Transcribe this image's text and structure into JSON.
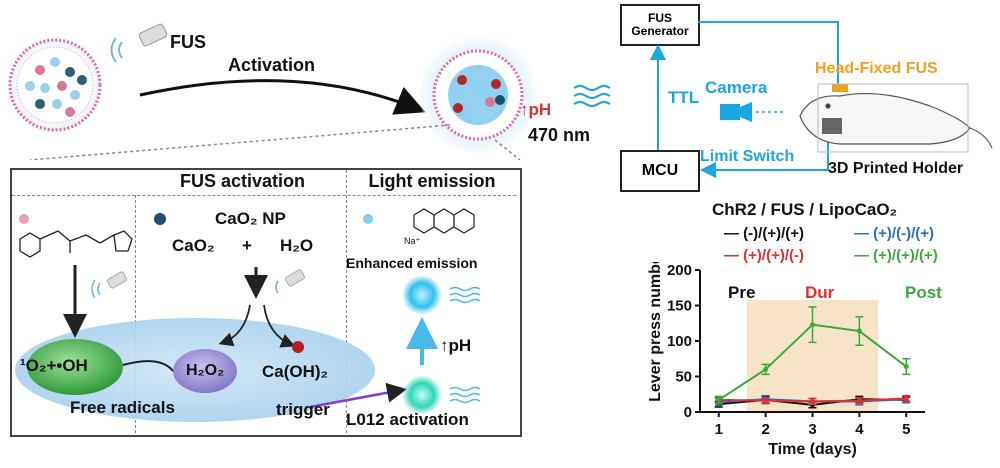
{
  "activation": {
    "fus_label": "FUS",
    "activation_label": "Activation",
    "ph_label": "↑pH",
    "wavelength": "470 nm"
  },
  "mechanism": {
    "fus_title": "FUS activation",
    "light_title": "Light emission",
    "nanoparticle": "CaO₂ NP",
    "reaction_left": "CaO₂",
    "reaction_plus": "+",
    "reaction_right": "H₂O",
    "enhanced": "Enhanced emission",
    "ph": "↑pH",
    "radicals": "¹O₂+•OH",
    "h2o2": "H₂O₂",
    "caoh2": "Ca(OH)₂",
    "free_radicals": "Free radicals",
    "trigger": "trigger",
    "l012": "L012 activation",
    "na": "Na⁺"
  },
  "setup": {
    "generator": "FUS Generator",
    "mcu": "MCU",
    "ttl": "TTL",
    "camera": "Camera",
    "head_fixed": "Head-Fixed FUS",
    "limit_switch": "Limit Switch",
    "holder": "3D Printed Holder"
  },
  "colors": {
    "cyan": "#1aa7e0",
    "orange": "#f0a020",
    "red": "#e03030",
    "green": "#3aaa3a",
    "blue": "#2a6ebd"
  },
  "chart_data": {
    "type": "line",
    "title": "ChR2 / FUS / LipoCaO₂",
    "xlabel": "Time (days)",
    "ylabel": "Lever press numbers",
    "x": [
      1,
      2,
      3,
      4,
      5
    ],
    "xlim": [
      0.6,
      5.4
    ],
    "ylim": [
      0,
      200
    ],
    "yticks": [
      0,
      50,
      100,
      150,
      200
    ],
    "phases": [
      {
        "label": "Pre",
        "color": "#111111"
      },
      {
        "label": "Dur",
        "color": "#e03030",
        "x_start": 1.6,
        "x_end": 4.4
      },
      {
        "label": "Post",
        "color": "#3aaa3a"
      }
    ],
    "series": [
      {
        "name": "(-)/(+)/(+)",
        "color": "#111111",
        "values": [
          11,
          17,
          10,
          18,
          17
        ],
        "errors": [
          4,
          5,
          4,
          4,
          4
        ]
      },
      {
        "name": "(+)/(-)/(+)",
        "color": "#2a6ebd",
        "values": [
          14,
          18,
          15,
          15,
          18
        ],
        "errors": [
          5,
          5,
          4,
          5,
          5
        ]
      },
      {
        "name": "(+)/(+)/(-)",
        "color": "#e03030",
        "values": [
          17,
          16,
          15,
          16,
          19
        ],
        "errors": [
          4,
          4,
          4,
          4,
          4
        ]
      },
      {
        "name": "(+)/(+)/(+)",
        "color": "#3aaa3a",
        "values": [
          17,
          60,
          123,
          114,
          64
        ],
        "errors": [
          5,
          7,
          25,
          20,
          11
        ]
      }
    ]
  }
}
